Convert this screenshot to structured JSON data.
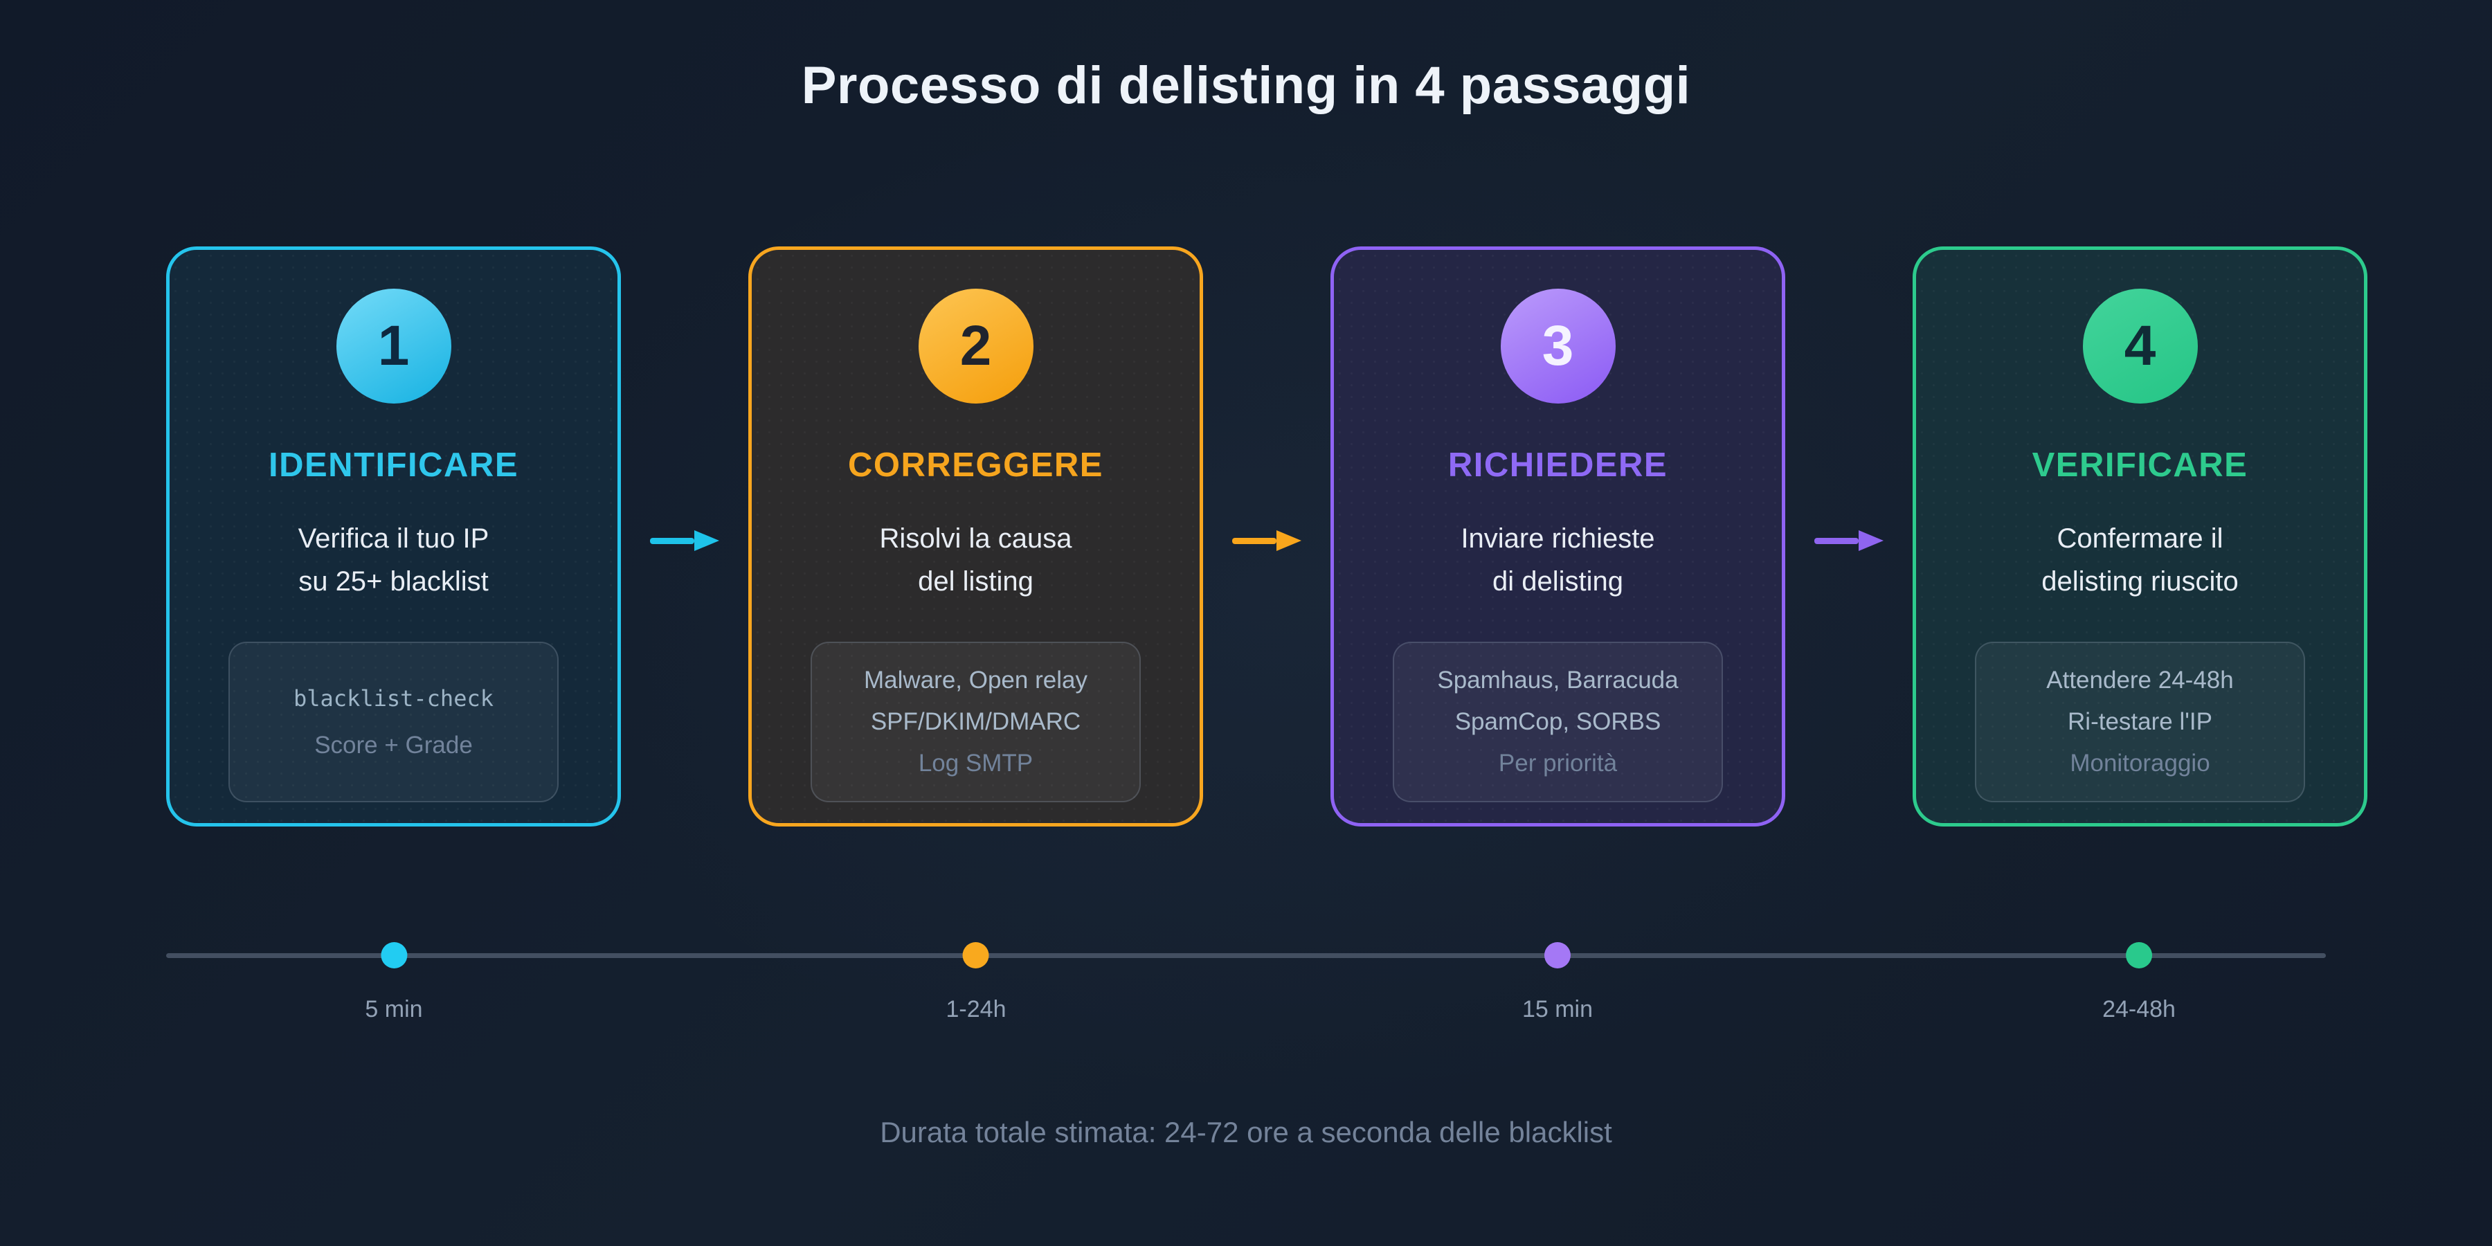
{
  "title": "Processo di delisting in 4 passaggi",
  "footer": "Durata totale stimata: 24-72 ore a seconda delle blacklist",
  "steps": [
    {
      "number": "1",
      "label": "IDENTIFICARE",
      "description": [
        "Verifica il tuo IP",
        "su 25+ blacklist"
      ],
      "details": [
        "blacklist-check",
        "Score + Grade"
      ],
      "duration": "5 min",
      "colors": {
        "accent": "#25c4ec",
        "label": "#2fc7ec",
        "circle_from": "#74dbf8",
        "circle_to": "#16b2e2",
        "number": "#0e2840",
        "card_bg": "#14293a",
        "dot": "#22ccf2"
      }
    },
    {
      "number": "2",
      "label": "CORREGGERE",
      "description": [
        "Risolvi la causa",
        "del listing"
      ],
      "details": [
        "Malware, Open relay",
        "SPF/DKIM/DMARC",
        "Log SMTP"
      ],
      "duration": "1-24h",
      "colors": {
        "accent": "#f8a61f",
        "label": "#f6a51e",
        "circle_from": "#fdc553",
        "circle_to": "#f59e0b",
        "number": "#20242e",
        "card_bg": "#2c2b2c",
        "dot": "#f9a91e"
      }
    },
    {
      "number": "3",
      "label": "RICHIEDERE",
      "description": [
        "Inviare richieste",
        "di delisting"
      ],
      "details": [
        "Spamhaus, Barracuda",
        "SpamCop, SORBS",
        "Per priorità"
      ],
      "duration": "15 min",
      "colors": {
        "accent": "#8f63f4",
        "label": "#8f6af5",
        "circle_from": "#bb9bfb",
        "circle_to": "#8b5af4",
        "number": "#f5f3ff",
        "card_bg": "#242645",
        "dot": "#a478f5"
      }
    },
    {
      "number": "4",
      "label": "VERIFICARE",
      "description": [
        "Confermare il",
        "delisting riuscito"
      ],
      "details": [
        "Attendere 24-48h",
        "Ri-testare l'IP",
        "Monitoraggio"
      ],
      "duration": "24-48h",
      "colors": {
        "accent": "#2dcb8d",
        "label": "#2ecb8e",
        "circle_from": "#43d49b",
        "circle_to": "#25c586",
        "number": "#102b36",
        "card_bg": "#17313a",
        "dot": "#29c98c"
      }
    }
  ],
  "arrows": [
    {
      "color": "#1ec3ea"
    },
    {
      "color": "#f9a61c"
    },
    {
      "color": "#8f65f0"
    }
  ]
}
